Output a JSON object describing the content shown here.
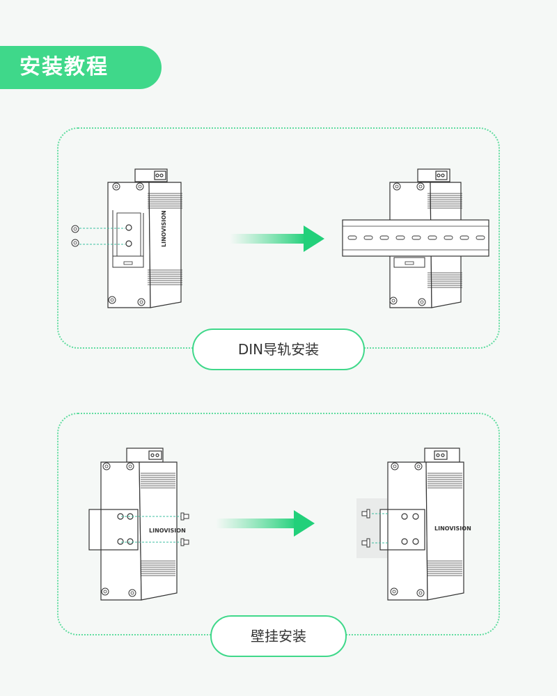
{
  "header": {
    "title": "安装教程"
  },
  "sections": [
    {
      "label": "DIN导轨安装"
    },
    {
      "label": "壁挂安装"
    }
  ],
  "device": {
    "brand": "LINOVISION"
  },
  "colors": {
    "accent": "#3fd88a",
    "frame": "#5fdc9f",
    "guide": "#3cbfa0",
    "line": "#333333"
  }
}
